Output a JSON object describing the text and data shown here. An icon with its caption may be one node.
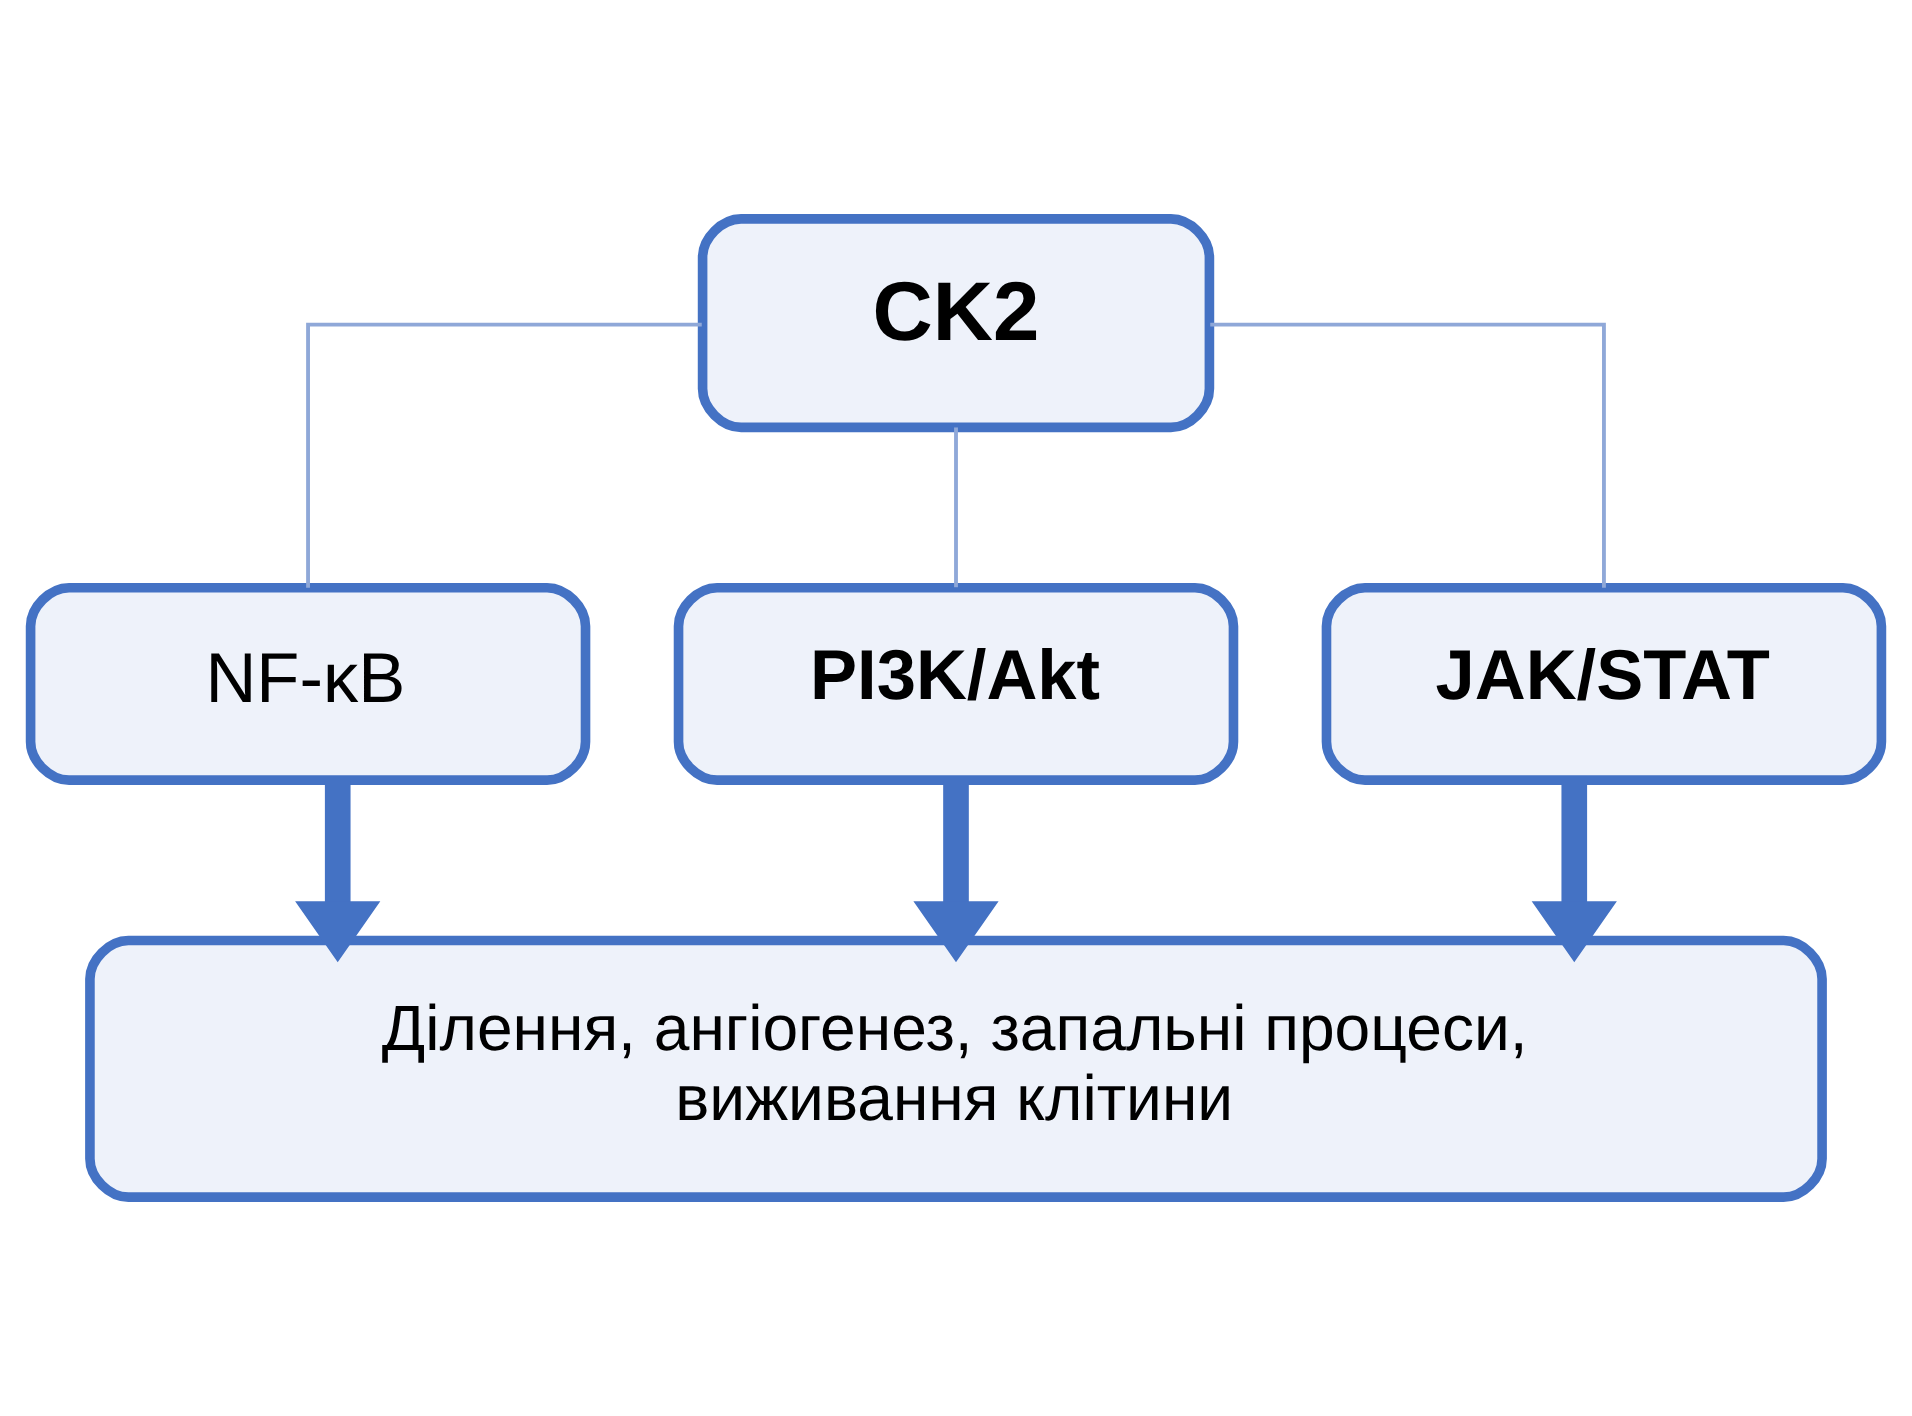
{
  "diagram": {
    "nodes": [
      {
        "text": [
          "CK2"
        ]
      },
      {
        "text": [
          "NF-κB"
        ]
      },
      {
        "text": [
          "PI3K/Akt"
        ]
      },
      {
        "text": [
          "JAK/STAT"
        ]
      },
      {
        "text": [
          "Ділення, ангіогенез, запальні процеси, виживання клітини"
        ]
      }
    ],
    "edges": [
      {
        "from": 0,
        "to": 1,
        "arrow": "none"
      },
      {
        "from": 0,
        "to": 2,
        "arrow": "none"
      },
      {
        "from": 0,
        "to": 3,
        "arrow": "none"
      },
      {
        "from": 1,
        "to": 4,
        "arrow": "to",
        "style": "thick",
        "color": "#4472c4"
      },
      {
        "from": 2,
        "to": 4,
        "arrow": "to",
        "style": "thick",
        "color": "#4472c4"
      },
      {
        "from": 3,
        "to": 4,
        "arrow": "to",
        "style": "thick",
        "color": "#4472c4"
      }
    ]
  }
}
